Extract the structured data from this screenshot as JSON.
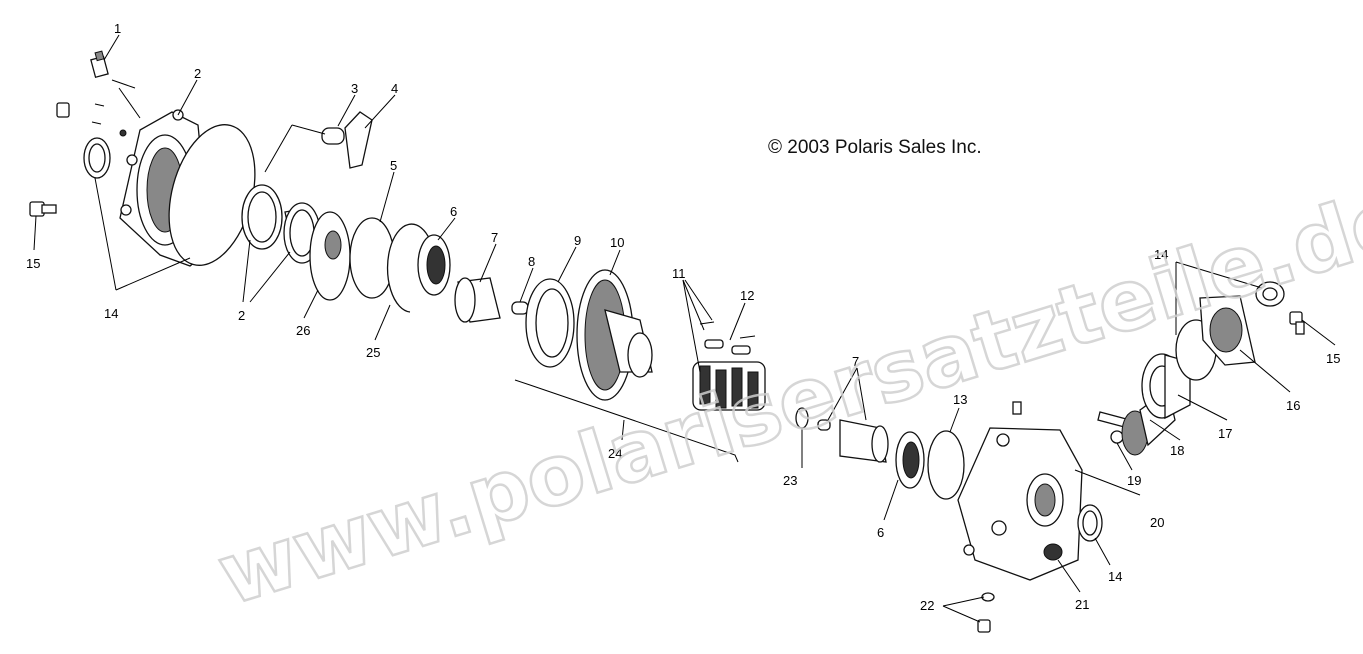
{
  "copyright": "© 2003 Polaris Sales Inc.",
  "watermark": "www.polarisersatzteile.de",
  "callouts": [
    "1",
    "2",
    "3",
    "4",
    "5",
    "6",
    "7",
    "8",
    "9",
    "10",
    "11",
    "12",
    "14",
    "15",
    "2",
    "26",
    "25",
    "24",
    "14",
    "15",
    "16",
    "17",
    "18",
    "7",
    "13",
    "23",
    "6",
    "19",
    "20",
    "14",
    "21",
    "22"
  ]
}
